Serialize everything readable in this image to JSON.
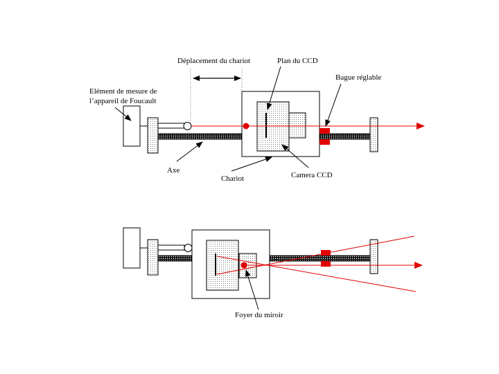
{
  "labels": {
    "deplacement": "Déplacement du chariot",
    "plan_ccd": "Plan du CCD",
    "bague": "Bague réglable",
    "element_line1": "Elément de mesure de",
    "element_line2": "l’appareil de Foucault",
    "axe": "Axe",
    "chariot": "Chariot",
    "camera": "Camera CCD",
    "foyer": "Foyer du miroir"
  },
  "colors": {
    "beam": "#e00000",
    "outline": "#000000",
    "ring": "#e00000"
  },
  "icons": {
    "ccd_plane": "vertical-line",
    "focus_point": "red-dot"
  }
}
